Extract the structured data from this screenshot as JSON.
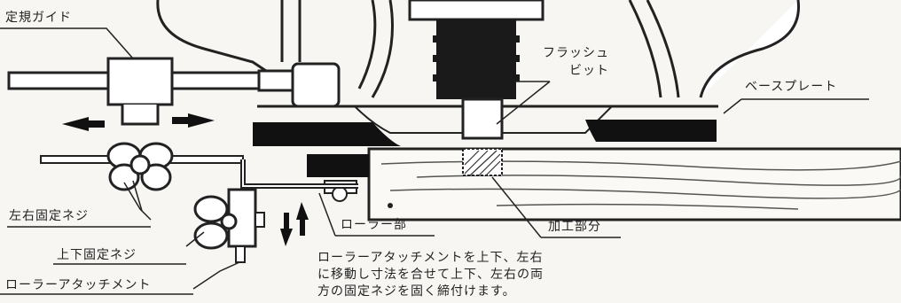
{
  "labels": {
    "fence_guide": "定規ガイド",
    "flush_bit_line1": "フラッシュ",
    "flush_bit_line2": "ビット",
    "base_plate": "ベースプレート",
    "lr_screw": "左右固定ネジ",
    "ud_screw": "上下固定ネジ",
    "roller_attachment": "ローラーアタッチメント",
    "roller_part": "ローラー部",
    "machined_part": "加工部分"
  },
  "description": [
    "ローラーアタッチメントを上下、左右",
    "に移動し寸法を合せて上下、左右の両",
    "方の固定ネジを固く締付けます。"
  ]
}
